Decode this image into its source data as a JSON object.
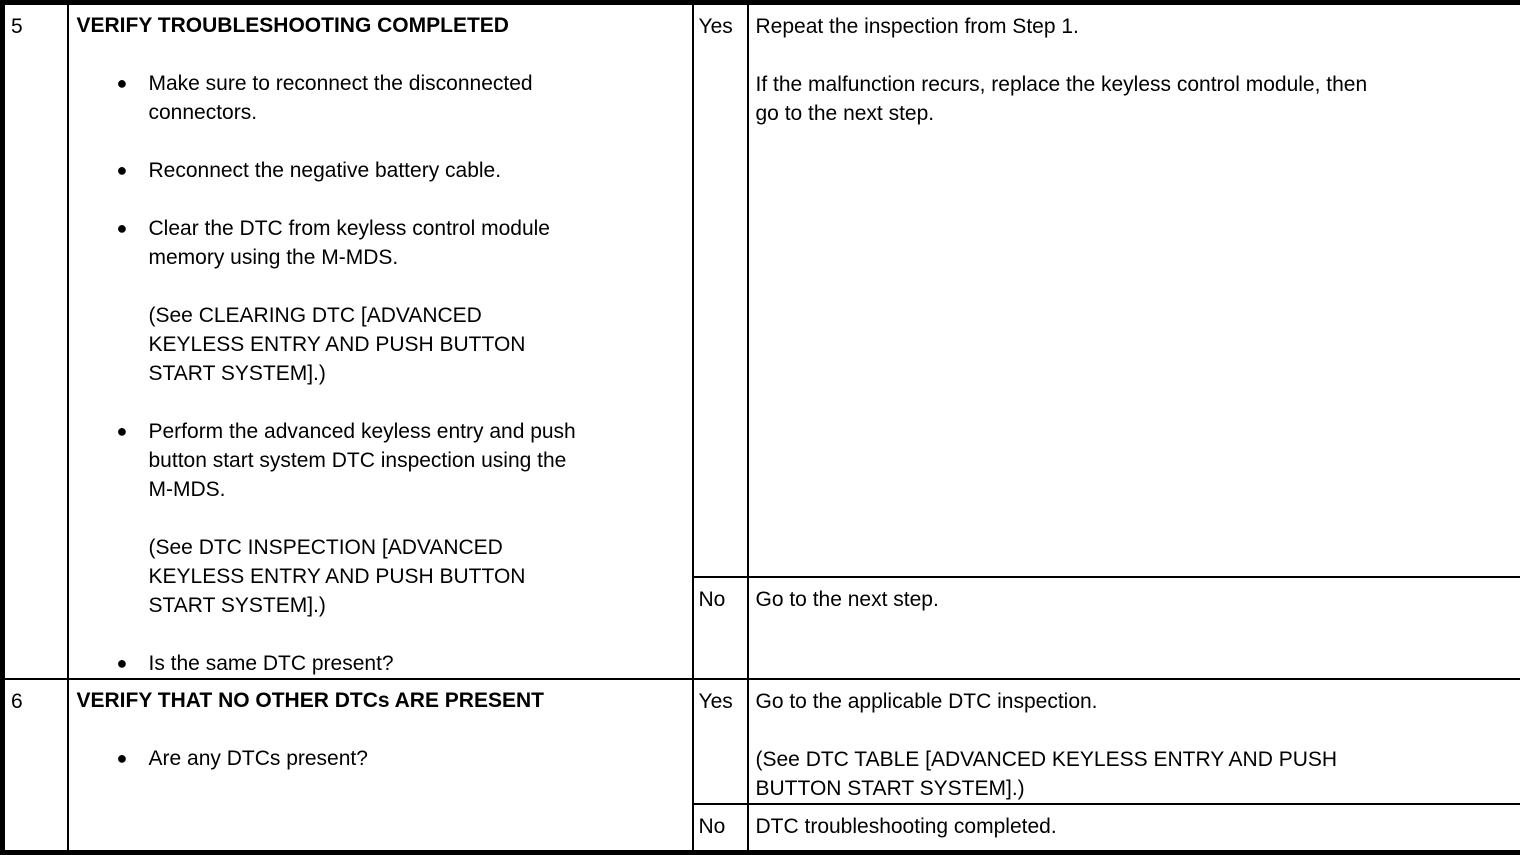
{
  "page": {
    "background_color": "#ffffff",
    "border_color": "#000000",
    "text_color": "#000000"
  },
  "glyphs": {
    "bullet": "●"
  },
  "table": {
    "columns": [
      "step",
      "action",
      "answer",
      "result"
    ],
    "steps": [
      {
        "step": "5",
        "title": "VERIFY TROUBLESHOOTING COMPLETED",
        "blocks": [
          {
            "kind": "bullet",
            "text": "Make sure to reconnect the disconnected\nconnectors."
          },
          {
            "kind": "bullet",
            "text": "Reconnect the negative battery cable."
          },
          {
            "kind": "bullet",
            "text": "Clear the DTC from keyless control module\nmemory using the M-MDS."
          },
          {
            "kind": "note",
            "text": "(See CLEARING DTC [ADVANCED\nKEYLESS ENTRY AND PUSH BUTTON\nSTART SYSTEM].)"
          },
          {
            "kind": "bullet",
            "text": "Perform the advanced keyless entry and push\nbutton start system DTC inspection using the\nM-MDS."
          },
          {
            "kind": "note",
            "text": "(See DTC INSPECTION [ADVANCED\nKEYLESS ENTRY AND PUSH BUTTON\nSTART SYSTEM].)"
          },
          {
            "kind": "bullet",
            "text": "Is the same DTC present?"
          }
        ],
        "results": [
          {
            "answer": "Yes",
            "text": "Repeat the inspection from Step 1.\n\nIf the malfunction recurs, replace the keyless control module, then\ngo to the next step."
          },
          {
            "answer": "No",
            "text": "Go to the next step."
          }
        ]
      },
      {
        "step": "6",
        "title": "VERIFY THAT NO OTHER DTCs ARE PRESENT",
        "blocks": [
          {
            "kind": "bullet",
            "text": "Are any DTCs present?"
          }
        ],
        "results": [
          {
            "answer": "Yes",
            "text": "Go to the applicable DTC inspection.\n\n(See DTC TABLE [ADVANCED KEYLESS ENTRY AND PUSH\nBUTTON START SYSTEM].)"
          },
          {
            "answer": "No",
            "text": "DTC troubleshooting completed."
          }
        ]
      }
    ]
  }
}
